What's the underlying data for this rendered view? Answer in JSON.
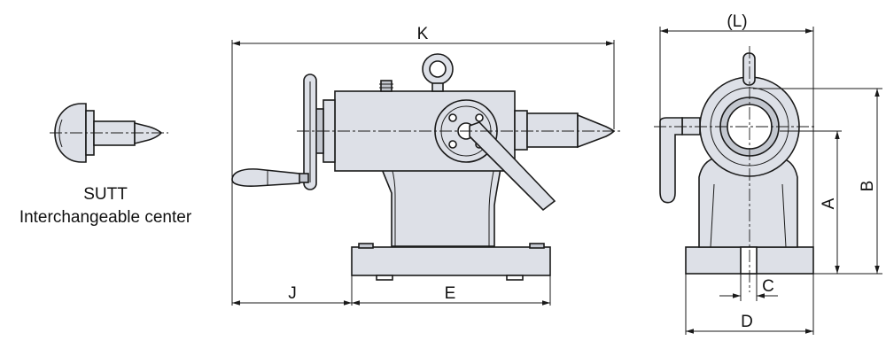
{
  "caption": {
    "line1": "SUTT",
    "line2": "Interchangeable center"
  },
  "dimensions": {
    "K": "K",
    "L": "(L)",
    "J": "J",
    "E": "E",
    "A": "A",
    "B": "B",
    "C": "C",
    "D": "D"
  },
  "colors": {
    "body_fill": "#dde0e7",
    "dark_fill": "#c3c7cf",
    "line": "#1a1a1a"
  }
}
